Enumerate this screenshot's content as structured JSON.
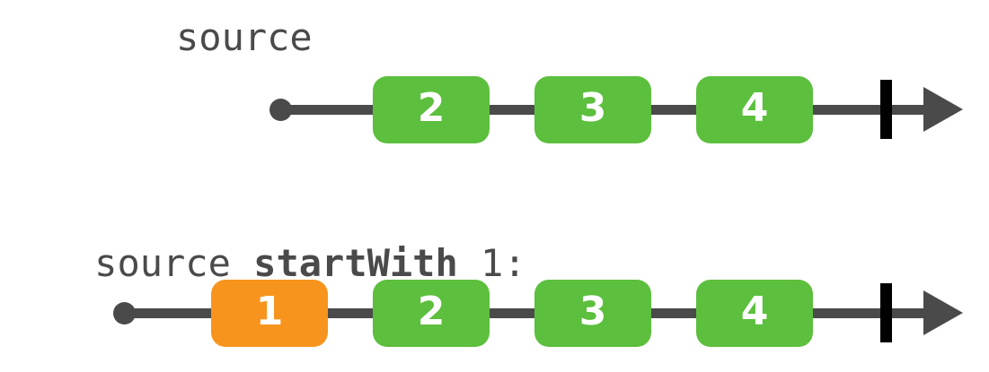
{
  "diagram": {
    "type": "marble-diagram",
    "title": "startWith marble diagram",
    "colors": {
      "emission_green": "#5CBF3D",
      "emission_orange": "#F7941D",
      "line_gray": "#4A4A4A",
      "complete_bar_black": "#000000",
      "label_gray": "#4A4A4A",
      "marble_text": "#FFFFFF",
      "background": "#FFFFFF"
    },
    "rows": [
      {
        "id": "source-row",
        "label": {
          "full_text": "source",
          "segments": [
            {
              "text": "source",
              "bold": false
            }
          ]
        },
        "start_dot": true,
        "completion_bar": true,
        "arrow": true,
        "marbles": [
          {
            "value": "2",
            "color": "#5CBF3D",
            "kind": "emission"
          },
          {
            "value": "3",
            "color": "#5CBF3D",
            "kind": "emission"
          },
          {
            "value": "4",
            "color": "#5CBF3D",
            "kind": "emission"
          }
        ]
      },
      {
        "id": "result-row",
        "label": {
          "full_text": "source startWith 1:",
          "segments": [
            {
              "text": "source ",
              "bold": false
            },
            {
              "text": "startWith",
              "bold": true
            },
            {
              "text": " 1:",
              "bold": false
            }
          ]
        },
        "start_dot": true,
        "completion_bar": true,
        "arrow": true,
        "marbles": [
          {
            "value": "1",
            "color": "#F7941D",
            "kind": "prepended"
          },
          {
            "value": "2",
            "color": "#5CBF3D",
            "kind": "emission"
          },
          {
            "value": "3",
            "color": "#5CBF3D",
            "kind": "emission"
          },
          {
            "value": "4",
            "color": "#5CBF3D",
            "kind": "emission"
          }
        ]
      }
    ]
  }
}
